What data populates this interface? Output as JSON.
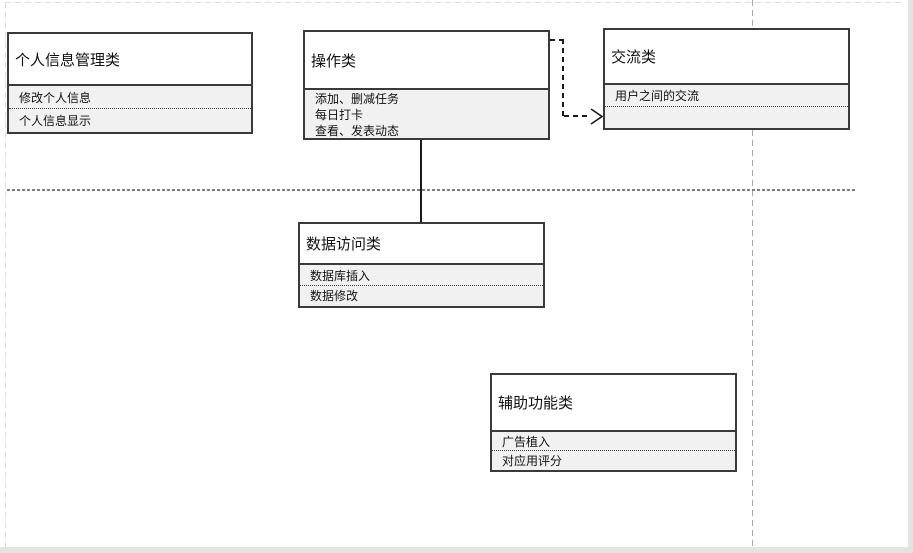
{
  "colors": {
    "canvas-bg": "#ffffff",
    "text": "#111111",
    "box-border": "#3a3a3a",
    "box-title-bg": "#ffffff",
    "box-items-bg": "#f1f1f1",
    "connector": "#1a1a1a",
    "page-edge": "#dcdcdc",
    "break-v": "#a8a8a8",
    "break-h": "#7d7d7d",
    "edge-strip": "#e3e3e3"
  },
  "diagram": {
    "type": "uml-class-diagram",
    "classes": [
      {
        "title": "个人信息管理类",
        "items": [
          "修改个人信息",
          "个人信息显示"
        ]
      },
      {
        "title": "操作类",
        "items": [
          "添加、删减任务",
          "每日打卡",
          "查看、发表动态"
        ]
      },
      {
        "title": "交流类",
        "items": [
          "用户之间的交流",
          ""
        ]
      },
      {
        "title": "数据访问类",
        "items": [
          "数据库插入",
          "数据修改"
        ]
      },
      {
        "title": "辅助功能类",
        "items": [
          "广告植入",
          "对应用评分"
        ]
      }
    ],
    "connectors": [
      {
        "type": "dashed-open-arrow",
        "from": "操作类",
        "to": "交流类"
      },
      {
        "type": "solid-line",
        "from": "操作类",
        "to": "数据访问类"
      }
    ]
  }
}
